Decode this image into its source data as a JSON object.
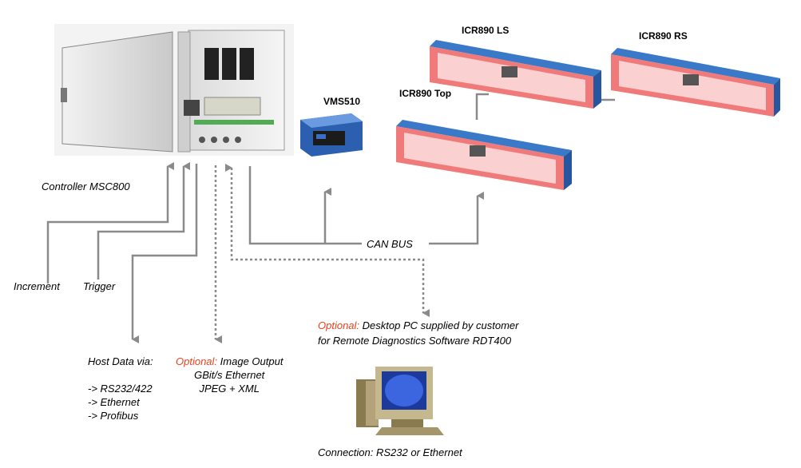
{
  "devices": {
    "controller": {
      "label": "Controller MSC800"
    },
    "vms": {
      "label": "VMS510"
    },
    "icr_ls": {
      "label": "ICR890 LS"
    },
    "icr_rs": {
      "label": "ICR890 RS"
    },
    "icr_top": {
      "label": "ICR890 Top"
    }
  },
  "signals": {
    "increment": "Increment",
    "trigger": "Trigger",
    "can_bus": "CAN BUS"
  },
  "host_data": {
    "title": "Host Data via:",
    "items": [
      "-> RS232/422",
      "-> Ethernet",
      "-> Profibus"
    ]
  },
  "image_output": {
    "optional": "Optional:",
    "line1": "Image Output",
    "line2": "GBit/s Ethernet",
    "line3": "JPEG + XML"
  },
  "desktop_pc": {
    "optional": "Optional:",
    "line1": "Desktop PC supplied by customer",
    "line2": "for Remote Diagnostics Software RDT400",
    "connection": "Connection: RS232 or Ethernet"
  },
  "colors": {
    "line": "#8a8a8a",
    "optional_text": "#e8421c",
    "scanner_blue": "#2f6fc0",
    "scanner_red": "#f07a7a"
  }
}
